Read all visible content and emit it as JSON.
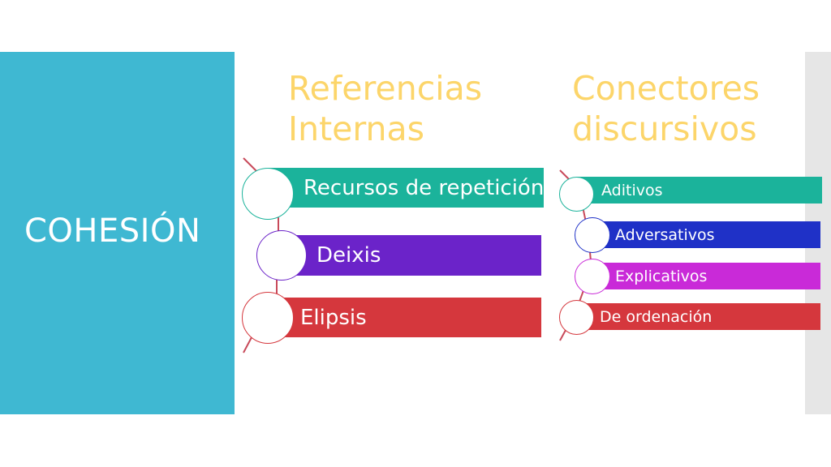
{
  "title": "COHESIÓN",
  "colors": {
    "panel": "#3fb8d2",
    "heading": "#fcd56a",
    "teal": "#1bb39b",
    "purple": "#6b23c9",
    "red": "#d5373d",
    "blue": "#1f31c7",
    "magenta": "#c92ad8",
    "connector": "#c84a5a"
  },
  "columns": [
    {
      "heading_line1": "Referencias",
      "heading_line2": "Internas",
      "items": [
        {
          "label": "Recursos de repetición",
          "color": "#1bb39b"
        },
        {
          "label": "Deixis",
          "color": "#6b23c9"
        },
        {
          "label": "Elipsis",
          "color": "#d5373d"
        }
      ]
    },
    {
      "heading_line1": "Conectores",
      "heading_line2": "discursivos",
      "items": [
        {
          "label": "Aditivos",
          "color": "#1bb39b"
        },
        {
          "label": "Adversativos",
          "color": "#1f31c7"
        },
        {
          "label": "Explicativos",
          "color": "#c92ad8"
        },
        {
          "label": "De ordenación",
          "color": "#d5373d"
        }
      ]
    }
  ]
}
